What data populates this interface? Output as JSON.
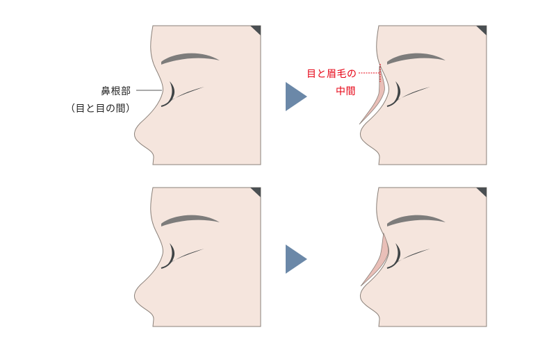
{
  "labels": {
    "nasal_root": "鼻根部",
    "nasal_root_sub": "（目と目の間）",
    "target_line1": "目と眉毛の",
    "target_line2": "中間"
  },
  "colors": {
    "skin": "#f5e5dd",
    "outline": "#8a8079",
    "eyebrow": "#707070",
    "lash": "#3f4446",
    "implant": "#e9bfb8",
    "arrow": "#6b88a8",
    "accent_red": "#e60012"
  }
}
